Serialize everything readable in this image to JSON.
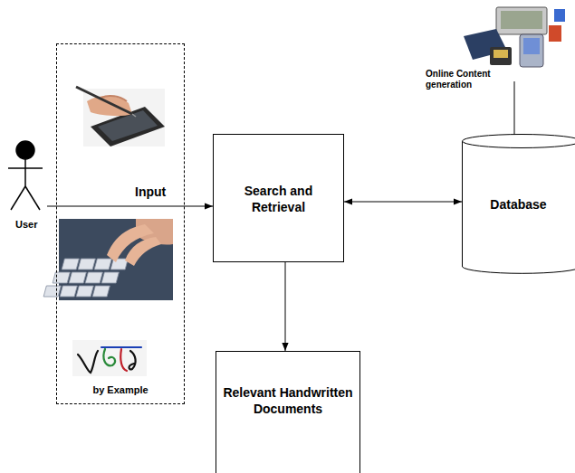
{
  "diagram": {
    "nodes": [
      {
        "text": [
          "by Example"
        ]
      },
      {
        "text": [
          "Search and Retrieval"
        ]
      },
      {
        "text": [
          "Database"
        ]
      },
      {
        "text": [
          "Relevant Handwritten Documents"
        ]
      }
    ],
    "edges": [
      {
        "from": 0,
        "to": 1,
        "arrow": "to",
        "label": "Input"
      },
      {
        "from": 1,
        "to": 2,
        "arrow": "both"
      },
      {
        "from": 1,
        "to": 3,
        "arrow": "to"
      }
    ],
    "labels": [
      "User",
      "Online Content generation"
    ]
  }
}
